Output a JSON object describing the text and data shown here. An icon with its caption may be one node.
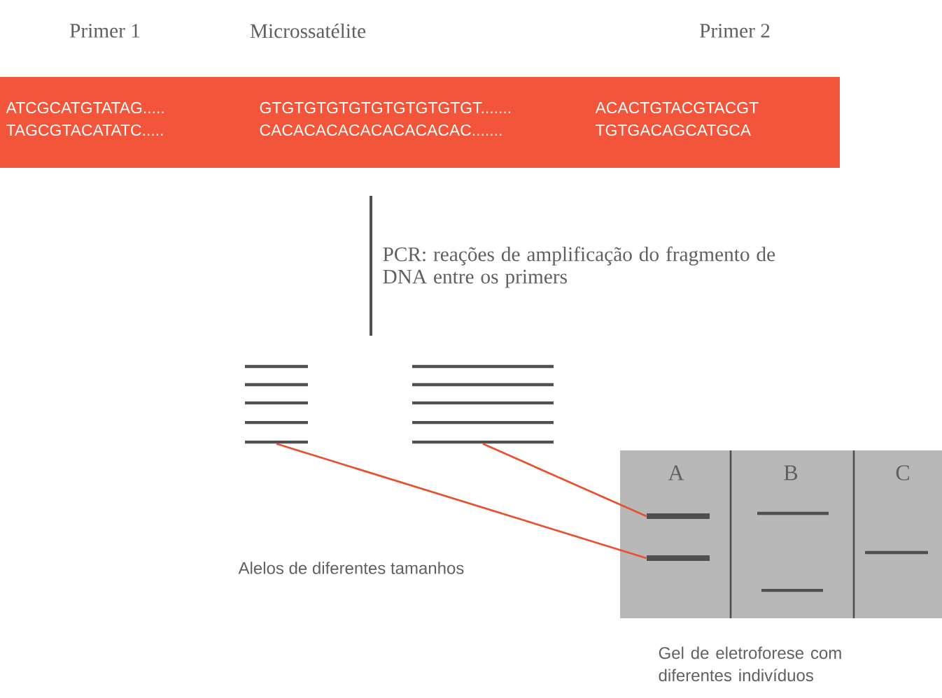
{
  "diagram": {
    "nodes": [
      {
        "text": [
          "ATCGCATGTATAG.....",
          "GTGTGTGTGTGTGTGTGTGT.......",
          "ACACTGTACGTACGT",
          "TAGCGTACATATC.....",
          "CACACACACACACACACAC.......",
          "TGTGACAGCATGCA"
        ]
      },
      {
        "text": [],
        "shape": "picture"
      },
      {
        "text": [],
        "shape": "picture"
      },
      {
        "text": [
          "A",
          "B",
          "C"
        ],
        "beside": [
          "Gel de eletroforese com diferentes indivíduos"
        ]
      },
      {
        "text": [],
        "shape": "bar",
        "in": 3
      },
      {
        "text": [],
        "shape": "bar",
        "in": 3
      }
    ],
    "edges": [
      {
        "from": 1,
        "to": 5,
        "arrow": "none",
        "color": "#e8502f"
      },
      {
        "from": 2,
        "to": 4,
        "arrow": "none",
        "color": "#e8502f"
      }
    ],
    "labels": [
      "Primer 1",
      "Microssatélite",
      "Primer 2",
      "PCR: reações de amplificação do fragmento de DNA entre os primers",
      "Alelos de diferentes tamanhos"
    ]
  }
}
